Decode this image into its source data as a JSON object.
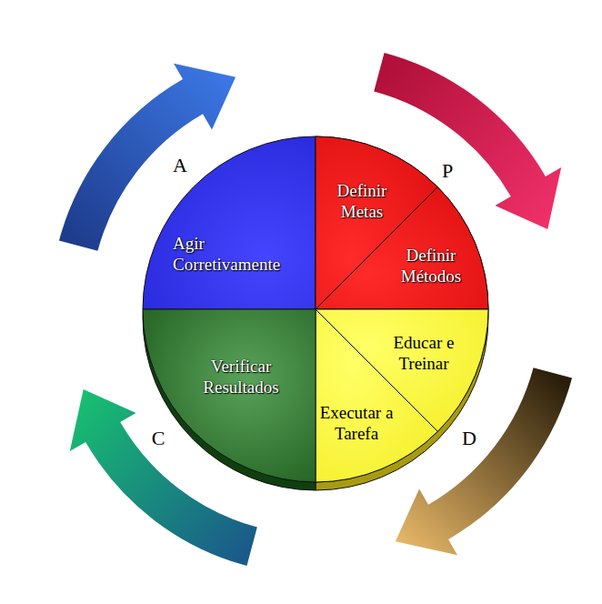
{
  "diagram": {
    "nodes": [
      {
        "text": [
          "A",
          "Agir Corretivamente"
        ]
      },
      {
        "text": [
          "P"
        ]
      },
      {
        "text": [
          "Definir Metas"
        ],
        "in": 1
      },
      {
        "text": [
          "Definir Métodos"
        ],
        "in": 1
      },
      {
        "text": [
          "D"
        ]
      },
      {
        "text": [
          "Educar e Treinar"
        ],
        "in": 4
      },
      {
        "text": [
          "Executar a Tarefa"
        ],
        "in": 4
      },
      {
        "text": [
          "C",
          "Verificar Resultados"
        ]
      }
    ]
  }
}
